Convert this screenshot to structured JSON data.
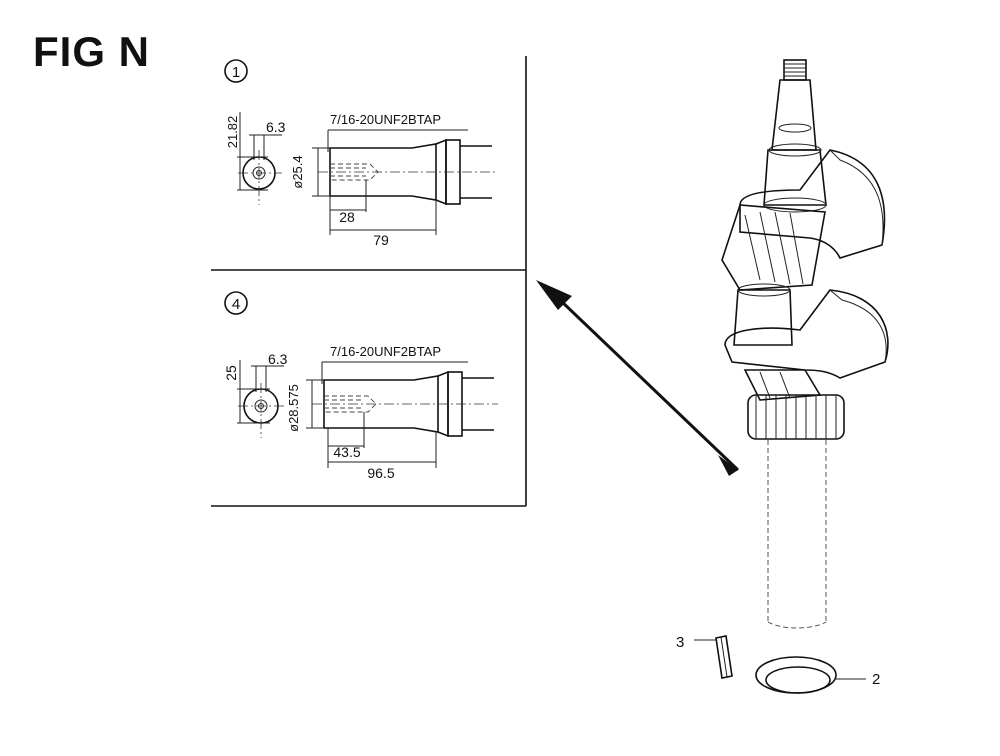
{
  "figure": {
    "title": "FIG N"
  },
  "detail_1": {
    "index": "1",
    "thread": "7/16-20UNF2BTAP",
    "dim_height": "21.82",
    "dim_key": "6.3",
    "dim_diameter": "ø25.4",
    "dim_thread_depth": "28",
    "dim_length": "79"
  },
  "detail_4": {
    "index": "4",
    "thread": "7/16-20UNF2BTAP",
    "dim_height": "25",
    "dim_key": "6.3",
    "dim_diameter": "ø28.575",
    "dim_thread_depth": "43.5",
    "dim_length": "96.5"
  },
  "callouts": {
    "key": "3",
    "washer": "2"
  }
}
